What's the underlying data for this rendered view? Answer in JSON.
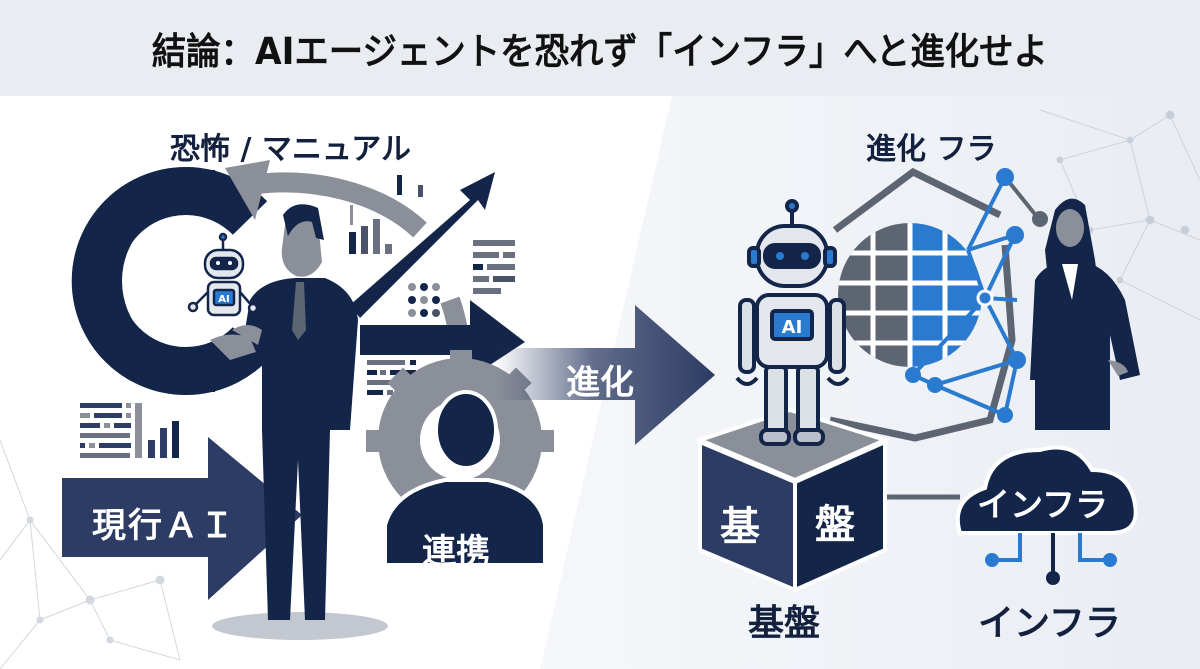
{
  "title": "結論：AIエージェントを恐れず「インフラ」へと進化せよ",
  "left_panel": {
    "heading": "恐怖 / マニュアル",
    "arrow_label": "現行ＡＩ",
    "person_label": "連携",
    "robot_badge": "AI"
  },
  "center": {
    "arrow_label": "進化"
  },
  "right_panel": {
    "heading": "進化 フラ",
    "robot_badge": "AI",
    "cube_left": "基",
    "cube_right": "盤",
    "cube_caption": "基盤",
    "cloud_label": "インフラ",
    "cloud_caption": "インフラ"
  },
  "colors": {
    "navy": "#14254a",
    "navy_mid": "#2d3c64",
    "gray": "#8a8f99",
    "gray_dark": "#5d6472",
    "blue": "#2a7bcf",
    "banner_bg": "#e9ecf0",
    "right_bg": "#e9edf3"
  }
}
